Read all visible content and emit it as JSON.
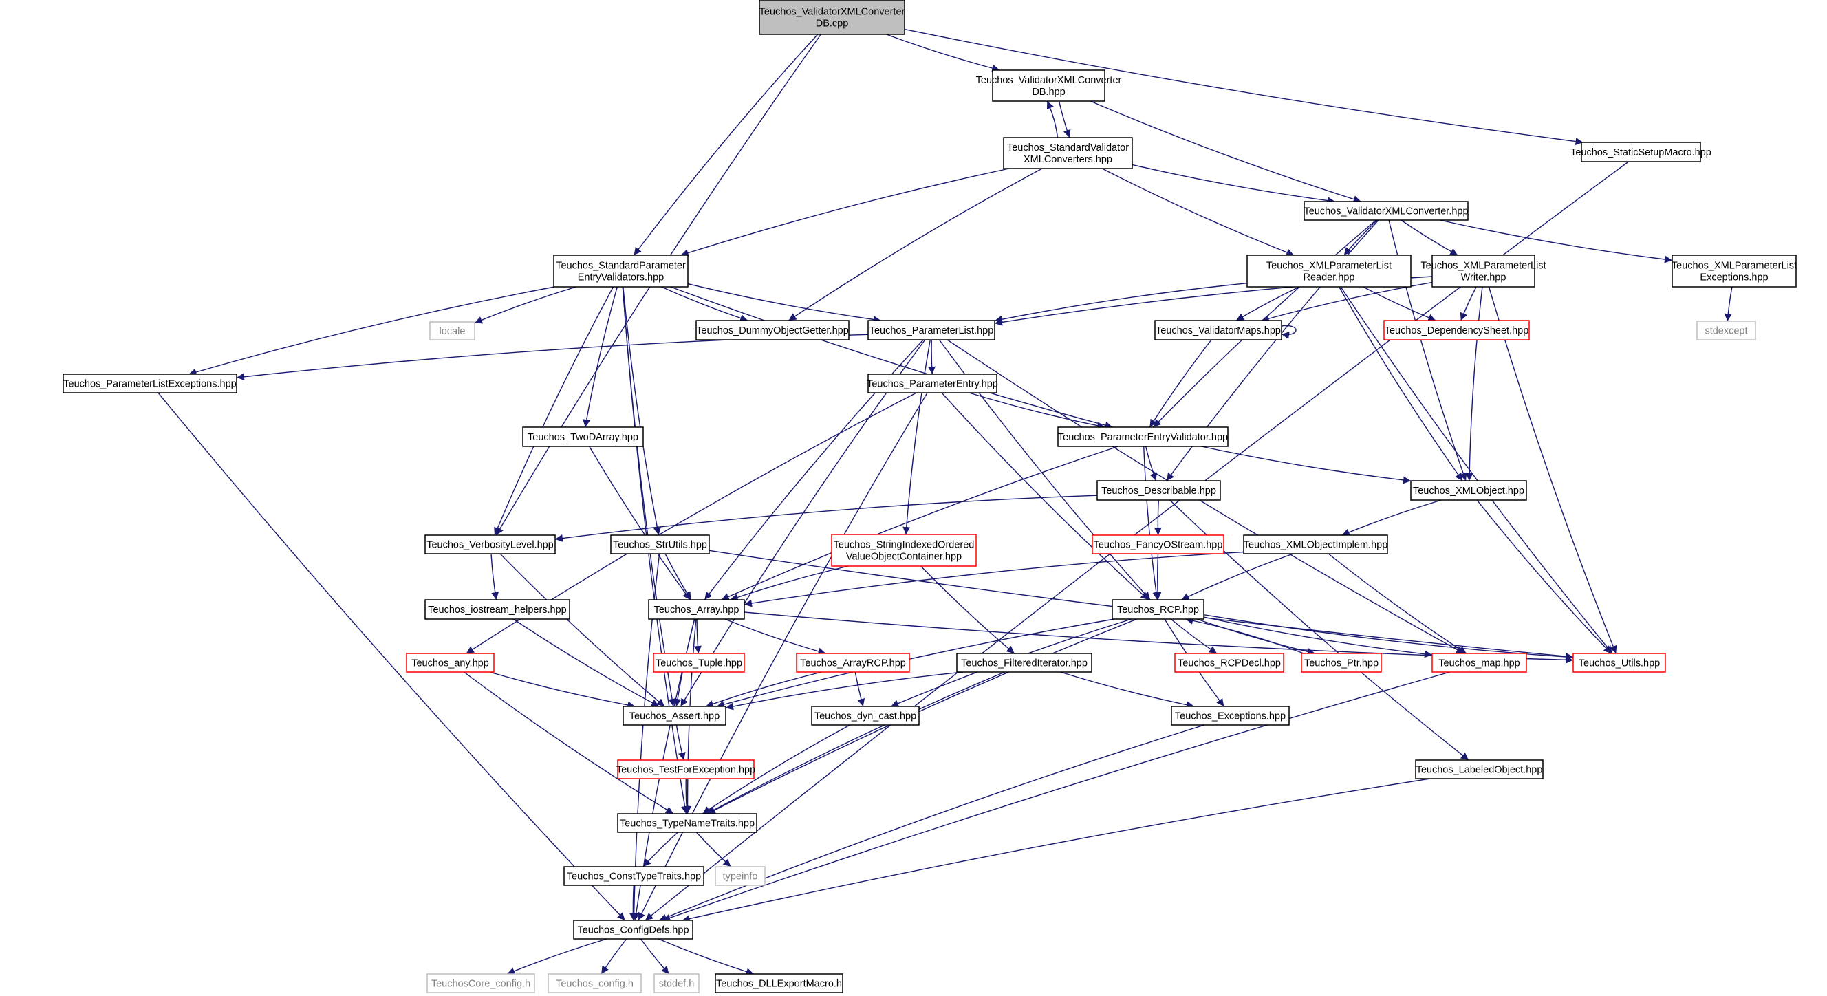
{
  "diagram": {
    "type": "include-dependency-graph",
    "colors": {
      "edge": "#191970",
      "box_black": "#000000",
      "box_red": "#ff0000",
      "box_gray": "#bfbfbf",
      "root_fill": "#bfbfbf",
      "text_gray": "#7f7f7f"
    },
    "nodes": [
      {
        "id": "root",
        "lines": [
          "Teuchos_ValidatorXMLConverter",
          "DB.cpp"
        ],
        "style": "root"
      },
      {
        "id": "vxcdb_hpp",
        "lines": [
          "Teuchos_ValidatorXMLConverter",
          "DB.hpp"
        ],
        "style": "black"
      },
      {
        "id": "static_setup",
        "lines": [
          "Teuchos_StaticSetupMacro.hpp"
        ],
        "style": "black"
      },
      {
        "id": "std_val_xml",
        "lines": [
          "Teuchos_StandardValidator",
          "XMLConverters.hpp"
        ],
        "style": "black"
      },
      {
        "id": "val_xml_conv",
        "lines": [
          "Teuchos_ValidatorXMLConverter.hpp"
        ],
        "style": "black"
      },
      {
        "id": "std_param_ev",
        "lines": [
          "Teuchos_StandardParameter",
          "EntryValidators.hpp"
        ],
        "style": "black"
      },
      {
        "id": "xml_pl_reader",
        "lines": [
          "Teuchos_XMLParameterList",
          "Reader.hpp"
        ],
        "style": "black"
      },
      {
        "id": "xml_pl_writer",
        "lines": [
          "Teuchos_XMLParameterList",
          "Writer.hpp"
        ],
        "style": "black"
      },
      {
        "id": "xml_pl_exc",
        "lines": [
          "Teuchos_XMLParameterList",
          "Exceptions.hpp"
        ],
        "style": "black"
      },
      {
        "id": "locale",
        "lines": [
          "locale"
        ],
        "style": "gray"
      },
      {
        "id": "dummy_getter",
        "lines": [
          "Teuchos_DummyObjectGetter.hpp"
        ],
        "style": "black"
      },
      {
        "id": "param_list",
        "lines": [
          "Teuchos_ParameterList.hpp"
        ],
        "style": "black"
      },
      {
        "id": "val_maps",
        "lines": [
          "Teuchos_ValidatorMaps.hpp"
        ],
        "style": "black"
      },
      {
        "id": "dep_sheet",
        "lines": [
          "Teuchos_DependencySheet.hpp"
        ],
        "style": "red"
      },
      {
        "id": "stdexcept",
        "lines": [
          "stdexcept"
        ],
        "style": "gray"
      },
      {
        "id": "pl_exc",
        "lines": [
          "Teuchos_ParameterListExceptions.hpp"
        ],
        "style": "black"
      },
      {
        "id": "param_entry",
        "lines": [
          "Teuchos_ParameterEntry.hpp"
        ],
        "style": "black"
      },
      {
        "id": "two_d_array",
        "lines": [
          "Teuchos_TwoDArray.hpp"
        ],
        "style": "black"
      },
      {
        "id": "pev",
        "lines": [
          "Teuchos_ParameterEntryValidator.hpp"
        ],
        "style": "black"
      },
      {
        "id": "describable",
        "lines": [
          "Teuchos_Describable.hpp"
        ],
        "style": "black"
      },
      {
        "id": "xml_object",
        "lines": [
          "Teuchos_XMLObject.hpp"
        ],
        "style": "black"
      },
      {
        "id": "verbosity",
        "lines": [
          "Teuchos_VerbosityLevel.hpp"
        ],
        "style": "black"
      },
      {
        "id": "str_utils",
        "lines": [
          "Teuchos_StrUtils.hpp"
        ],
        "style": "black"
      },
      {
        "id": "sivoc",
        "lines": [
          "Teuchos_StringIndexedOrdered",
          "ValueObjectContainer.hpp"
        ],
        "style": "red"
      },
      {
        "id": "fancy_os",
        "lines": [
          "Teuchos_FancyOStream.hpp"
        ],
        "style": "red"
      },
      {
        "id": "xml_obj_impl",
        "lines": [
          "Teuchos_XMLObjectImplem.hpp"
        ],
        "style": "black"
      },
      {
        "id": "iostream_helpers",
        "lines": [
          "Teuchos_iostream_helpers.hpp"
        ],
        "style": "black"
      },
      {
        "id": "array",
        "lines": [
          "Teuchos_Array.hpp"
        ],
        "style": "black"
      },
      {
        "id": "rcp",
        "lines": [
          "Teuchos_RCP.hpp"
        ],
        "style": "black"
      },
      {
        "id": "any",
        "lines": [
          "Teuchos_any.hpp"
        ],
        "style": "red"
      },
      {
        "id": "tuple",
        "lines": [
          "Teuchos_Tuple.hpp"
        ],
        "style": "red"
      },
      {
        "id": "array_rcp",
        "lines": [
          "Teuchos_ArrayRCP.hpp"
        ],
        "style": "red"
      },
      {
        "id": "filtered_iter",
        "lines": [
          "Teuchos_FilteredIterator.hpp"
        ],
        "style": "black"
      },
      {
        "id": "rcp_decl",
        "lines": [
          "Teuchos_RCPDecl.hpp"
        ],
        "style": "red"
      },
      {
        "id": "ptr",
        "lines": [
          "Teuchos_Ptr.hpp"
        ],
        "style": "red"
      },
      {
        "id": "map",
        "lines": [
          "Teuchos_map.hpp"
        ],
        "style": "red"
      },
      {
        "id": "utils",
        "lines": [
          "Teuchos_Utils.hpp"
        ],
        "style": "red"
      },
      {
        "id": "assert",
        "lines": [
          "Teuchos_Assert.hpp"
        ],
        "style": "black"
      },
      {
        "id": "dyn_cast",
        "lines": [
          "Teuchos_dyn_cast.hpp"
        ],
        "style": "black"
      },
      {
        "id": "exceptions",
        "lines": [
          "Teuchos_Exceptions.hpp"
        ],
        "style": "black"
      },
      {
        "id": "test_for_exc",
        "lines": [
          "Teuchos_TestForException.hpp"
        ],
        "style": "red"
      },
      {
        "id": "labeled_obj",
        "lines": [
          "Teuchos_LabeledObject.hpp"
        ],
        "style": "black"
      },
      {
        "id": "type_name_traits",
        "lines": [
          "Teuchos_TypeNameTraits.hpp"
        ],
        "style": "black"
      },
      {
        "id": "const_type_traits",
        "lines": [
          "Teuchos_ConstTypeTraits.hpp"
        ],
        "style": "black"
      },
      {
        "id": "typeinfo",
        "lines": [
          "typeinfo"
        ],
        "style": "gray"
      },
      {
        "id": "config_defs",
        "lines": [
          "Teuchos_ConfigDefs.hpp"
        ],
        "style": "black"
      },
      {
        "id": "core_config",
        "lines": [
          "TeuchosCore_config.h"
        ],
        "style": "gray"
      },
      {
        "id": "teuchos_config",
        "lines": [
          "Teuchos_config.h"
        ],
        "style": "gray"
      },
      {
        "id": "stddef",
        "lines": [
          "stddef.h"
        ],
        "style": "gray"
      },
      {
        "id": "dll_export",
        "lines": [
          "Teuchos_DLLExportMacro.h"
        ],
        "style": "black"
      }
    ],
    "edges": [
      [
        "root",
        "vxcdb_hpp"
      ],
      [
        "root",
        "static_setup"
      ],
      [
        "root",
        "std_param_ev"
      ],
      [
        "root",
        "verbosity"
      ],
      [
        "vxcdb_hpp",
        "std_val_xml"
      ],
      [
        "std_val_xml",
        "vxcdb_hpp"
      ],
      [
        "vxcdb_hpp",
        "val_xml_conv"
      ],
      [
        "static_setup",
        "config_defs"
      ],
      [
        "std_val_xml",
        "std_param_ev"
      ],
      [
        "std_val_xml",
        "dummy_getter"
      ],
      [
        "std_val_xml",
        "val_xml_conv"
      ],
      [
        "std_val_xml",
        "xml_pl_reader"
      ],
      [
        "val_xml_conv",
        "xml_pl_reader"
      ],
      [
        "val_xml_conv",
        "xml_pl_writer"
      ],
      [
        "val_xml_conv",
        "xml_pl_exc"
      ],
      [
        "val_xml_conv",
        "pev"
      ],
      [
        "val_xml_conv",
        "describable"
      ],
      [
        "val_xml_conv",
        "xml_object"
      ],
      [
        "xml_pl_exc",
        "stdexcept"
      ],
      [
        "std_param_ev",
        "locale"
      ],
      [
        "std_param_ev",
        "dummy_getter"
      ],
      [
        "std_param_ev",
        "param_list"
      ],
      [
        "std_param_ev",
        "pev"
      ],
      [
        "std_param_ev",
        "pl_exc"
      ],
      [
        "std_param_ev",
        "two_d_array"
      ],
      [
        "std_param_ev",
        "str_utils"
      ],
      [
        "std_param_ev",
        "verbosity"
      ],
      [
        "std_param_ev",
        "assert"
      ],
      [
        "std_param_ev",
        "type_name_traits"
      ],
      [
        "xml_pl_reader",
        "param_list"
      ],
      [
        "xml_pl_reader",
        "val_maps"
      ],
      [
        "xml_pl_reader",
        "dep_sheet"
      ],
      [
        "xml_pl_reader",
        "xml_object"
      ],
      [
        "xml_pl_reader",
        "utils"
      ],
      [
        "xml_pl_writer",
        "param_list"
      ],
      [
        "xml_pl_writer",
        "val_maps"
      ],
      [
        "xml_pl_writer",
        "dep_sheet"
      ],
      [
        "xml_pl_writer",
        "xml_object"
      ],
      [
        "xml_pl_writer",
        "utils"
      ],
      [
        "val_maps",
        "val_maps"
      ],
      [
        "val_maps",
        "pev"
      ],
      [
        "param_list",
        "pl_exc"
      ],
      [
        "param_list",
        "param_entry"
      ],
      [
        "param_list",
        "sivoc"
      ],
      [
        "param_list",
        "array"
      ],
      [
        "param_list",
        "assert"
      ],
      [
        "param_list",
        "rcp"
      ],
      [
        "param_list",
        "map"
      ],
      [
        "pl_exc",
        "config_defs"
      ],
      [
        "param_entry",
        "pev"
      ],
      [
        "param_entry",
        "any"
      ],
      [
        "param_entry",
        "rcp"
      ],
      [
        "param_entry",
        "config_defs"
      ],
      [
        "two_d_array",
        "array"
      ],
      [
        "pev",
        "describable"
      ],
      [
        "pev",
        "xml_object"
      ],
      [
        "pev",
        "rcp"
      ],
      [
        "pev",
        "array"
      ],
      [
        "describable",
        "verbosity"
      ],
      [
        "describable",
        "fancy_os"
      ],
      [
        "describable",
        "labeled_obj"
      ],
      [
        "fancy_os",
        "rcp"
      ],
      [
        "xml_object",
        "xml_obj_impl"
      ],
      [
        "xml_object",
        "utils"
      ],
      [
        "xml_obj_impl",
        "array"
      ],
      [
        "xml_obj_impl",
        "rcp"
      ],
      [
        "xml_obj_impl",
        "map"
      ],
      [
        "verbosity",
        "iostream_helpers"
      ],
      [
        "verbosity",
        "assert"
      ],
      [
        "str_utils",
        "array"
      ],
      [
        "str_utils",
        "utils"
      ],
      [
        "str_utils",
        "config_defs"
      ],
      [
        "sivoc",
        "array"
      ],
      [
        "sivoc",
        "filtered_iter"
      ],
      [
        "iostream_helpers",
        "assert"
      ],
      [
        "array",
        "tuple"
      ],
      [
        "array",
        "array_rcp"
      ],
      [
        "array",
        "assert"
      ],
      [
        "array",
        "utils"
      ],
      [
        "array",
        "type_name_traits"
      ],
      [
        "array",
        "config_defs"
      ],
      [
        "rcp",
        "rcp_decl"
      ],
      [
        "rcp",
        "ptr"
      ],
      [
        "ptr",
        "rcp"
      ],
      [
        "rcp",
        "assert"
      ],
      [
        "rcp",
        "dyn_cast"
      ],
      [
        "rcp",
        "exceptions"
      ],
      [
        "rcp",
        "map"
      ],
      [
        "rcp",
        "type_name_traits"
      ],
      [
        "rcp",
        "utils"
      ],
      [
        "any",
        "assert"
      ],
      [
        "any",
        "type_name_traits"
      ],
      [
        "array_rcp",
        "assert"
      ],
      [
        "array_rcp",
        "dyn_cast"
      ],
      [
        "filtered_iter",
        "assert"
      ],
      [
        "filtered_iter",
        "exceptions"
      ],
      [
        "filtered_iter",
        "type_name_traits"
      ],
      [
        "assert",
        "test_for_exc"
      ],
      [
        "dyn_cast",
        "type_name_traits"
      ],
      [
        "exceptions",
        "config_defs"
      ],
      [
        "test_for_exc",
        "type_name_traits"
      ],
      [
        "map",
        "config_defs"
      ],
      [
        "labeled_obj",
        "config_defs"
      ],
      [
        "type_name_traits",
        "const_type_traits"
      ],
      [
        "type_name_traits",
        "typeinfo"
      ],
      [
        "const_type_traits",
        "config_defs"
      ],
      [
        "config_defs",
        "core_config"
      ],
      [
        "config_defs",
        "teuchos_config"
      ],
      [
        "config_defs",
        "stddef"
      ],
      [
        "config_defs",
        "dll_export"
      ]
    ]
  }
}
